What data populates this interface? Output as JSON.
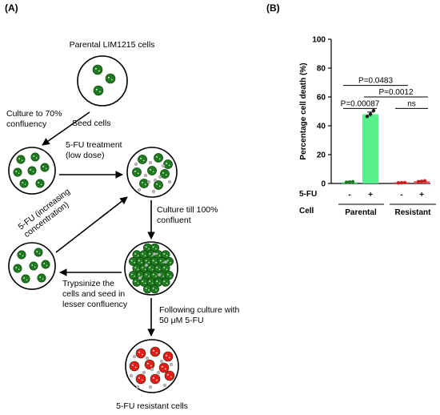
{
  "panel_a": {
    "label": "(A)",
    "title": "Parental LIM1215 cells",
    "seed": "Seed cells",
    "culture70": [
      "Culture to 70%",
      "confluency"
    ],
    "treatment": [
      "5-FU treatment",
      "(low dose)"
    ],
    "culture100": [
      "Culture till 100%",
      "confluent"
    ],
    "increasing": [
      "5-FU (increasing",
      "concentration)"
    ],
    "trypsinize": [
      "Trypsinize the",
      "cells and seed in",
      "lesser confluency"
    ],
    "following": [
      "Following culture with",
      "50 μM 5-FU"
    ],
    "resistant": "5-FU resistant cells",
    "colors": {
      "live_cell": "#1f7a1f",
      "dead_cell": "#e81b1b",
      "drug_particle": "#b8b8b8"
    }
  },
  "panel_b": {
    "label": "(B)",
    "row_5fu_label": "5-FU",
    "row_cell_label": "Cell",
    "group_labels": [
      "Parental",
      "Resistant"
    ],
    "sig": [
      {
        "text": "P=0.0483",
        "from": 1,
        "to": 3
      },
      {
        "text": "P=0.0012",
        "from": 2,
        "to": 4
      },
      {
        "text": "P=0.00087",
        "from": 1,
        "to": 2
      },
      {
        "text": "ns",
        "from": 3,
        "to": 4
      }
    ]
  },
  "chart_data": {
    "type": "bar",
    "categories": [
      "-",
      "+",
      "-",
      "+"
    ],
    "groups": [
      "Parental",
      "Parental",
      "Resistant",
      "Resistant"
    ],
    "values": [
      1,
      48,
      0.5,
      1.5
    ],
    "errors": [
      0.4,
      1.5,
      0.2,
      0.4
    ],
    "points": [
      [
        0.8,
        1.0,
        1.2
      ],
      [
        46.5,
        48.0,
        50.5
      ],
      [
        0.4,
        0.5,
        0.6
      ],
      [
        1.2,
        1.5,
        1.8
      ]
    ],
    "bar_colors": [
      "#58f08a",
      "#58f08a",
      "#e85050",
      "#e85050"
    ],
    "point_colors": [
      "#1f7a1f",
      "#1f1f1f",
      "#c81e1e",
      "#c81e1e"
    ],
    "ylabel": "Percentage cell death (%)",
    "ylim": [
      0,
      100
    ],
    "yticks": [
      "0",
      "20",
      "40",
      "60",
      "80",
      "100"
    ],
    "grid": false
  }
}
